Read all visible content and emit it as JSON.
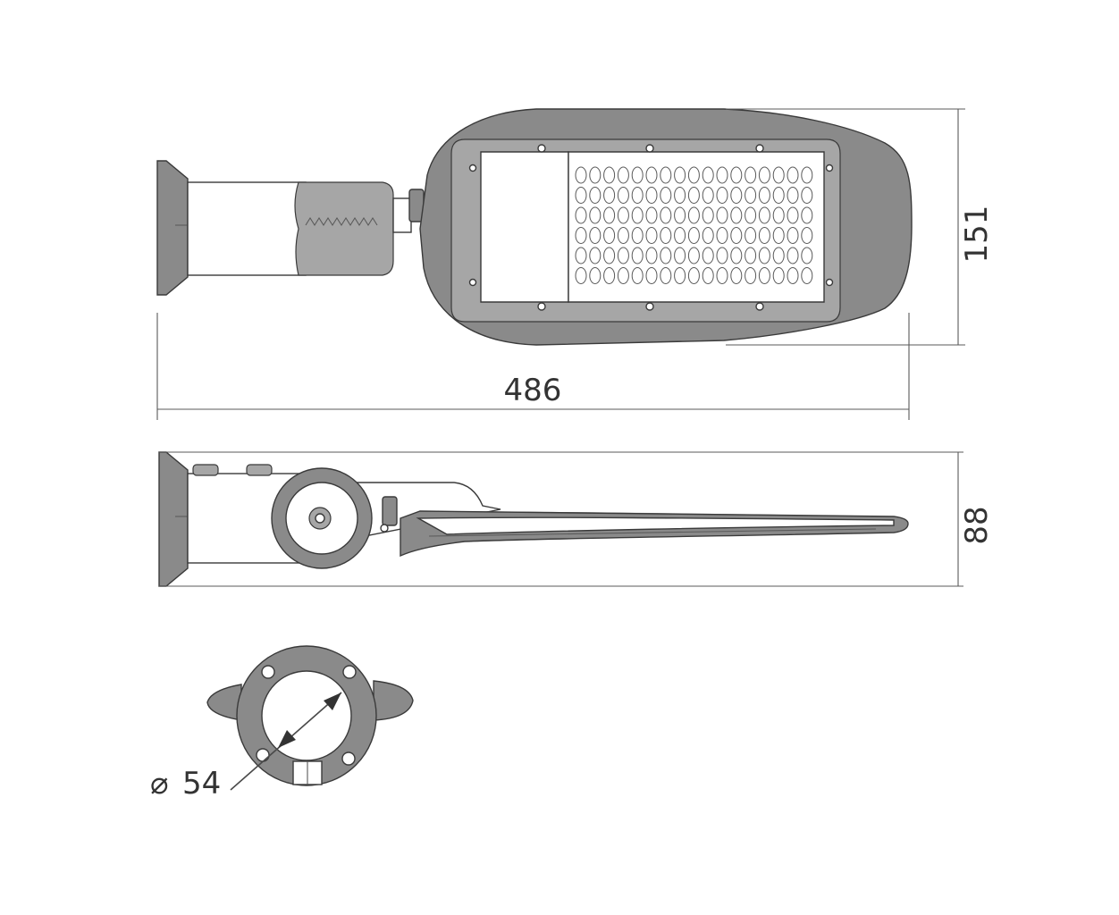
{
  "dimensions": {
    "length": "486",
    "height": "151",
    "depth": "88",
    "diameter_symbol": "⌀",
    "diameter_value": "54"
  },
  "colors": {
    "line": "#4a4a4a",
    "body": "#8a8a8a",
    "text": "#333333"
  }
}
